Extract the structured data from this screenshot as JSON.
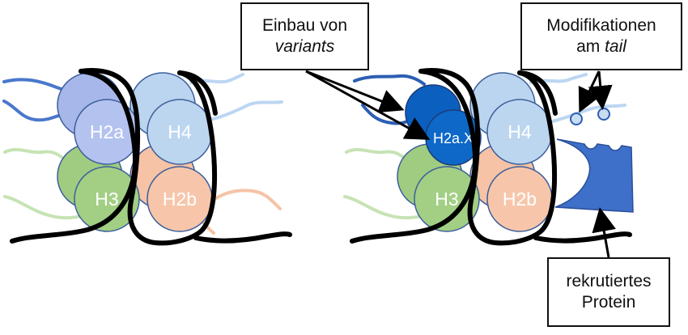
{
  "histones_left": {
    "h2a": "H2a",
    "h4": "H4",
    "h3": "H3",
    "h2b": "H2b"
  },
  "histones_right": {
    "h2ax": "H2a.X",
    "h4": "H4",
    "h3": "H3",
    "h2b": "H2b"
  },
  "callouts": {
    "variants": {
      "line1": "Einbau von",
      "line2_italic": "variants"
    },
    "modifications": {
      "line1": "Modifikationen",
      "line2_prefix": "am ",
      "line2_italic": "tail"
    },
    "protein": {
      "line1": "rekrutiertes",
      "line2": "Protein"
    }
  },
  "colors": {
    "h2a": "#a3b4e6",
    "h4": "#b9d3ef",
    "h3": "#9fcc80",
    "h2b": "#f6c3a6",
    "h2ax": "#0a62c2",
    "dna": "#000000",
    "protein": "#3e6fc9"
  }
}
